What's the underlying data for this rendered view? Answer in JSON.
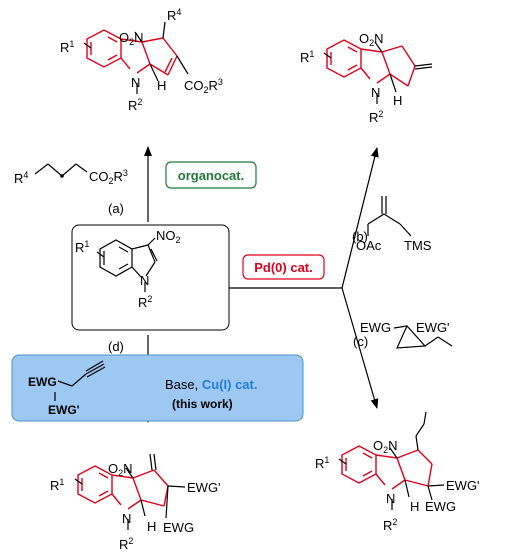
{
  "labels": {
    "a": "(a)",
    "b": "(b)",
    "c": "(c)",
    "d": "(d)"
  },
  "badges": {
    "organocat": "organocat.",
    "pd": "Pd(0) cat."
  },
  "box": {
    "ewg": "EWG",
    "ewg_prime": "EWG'",
    "base_cu_prefix": "Base, ",
    "cu_cat": "Cu(I) cat.",
    "this_work": "(this work)"
  },
  "reagents": {
    "allene_r4": "R",
    "allene_co2r3": "CO",
    "oac": "OAc",
    "tms": "TMS",
    "ewg": "EWG",
    "ewg_prime": "EWG'"
  },
  "atoms": {
    "R": "R",
    "N": "N",
    "H": "H",
    "NO2": "NO",
    "O2N": "O",
    "CO2R3": "CO",
    "EWG": "EWG",
    "EWG_prime": "EWG'"
  },
  "colors": {
    "product_red": "#e0001b",
    "organocat_green": "#1f7a3a",
    "cu_blue": "#1e7fd8",
    "box_fill": "#9dc8f2",
    "box_border": "#4f8fd0"
  }
}
